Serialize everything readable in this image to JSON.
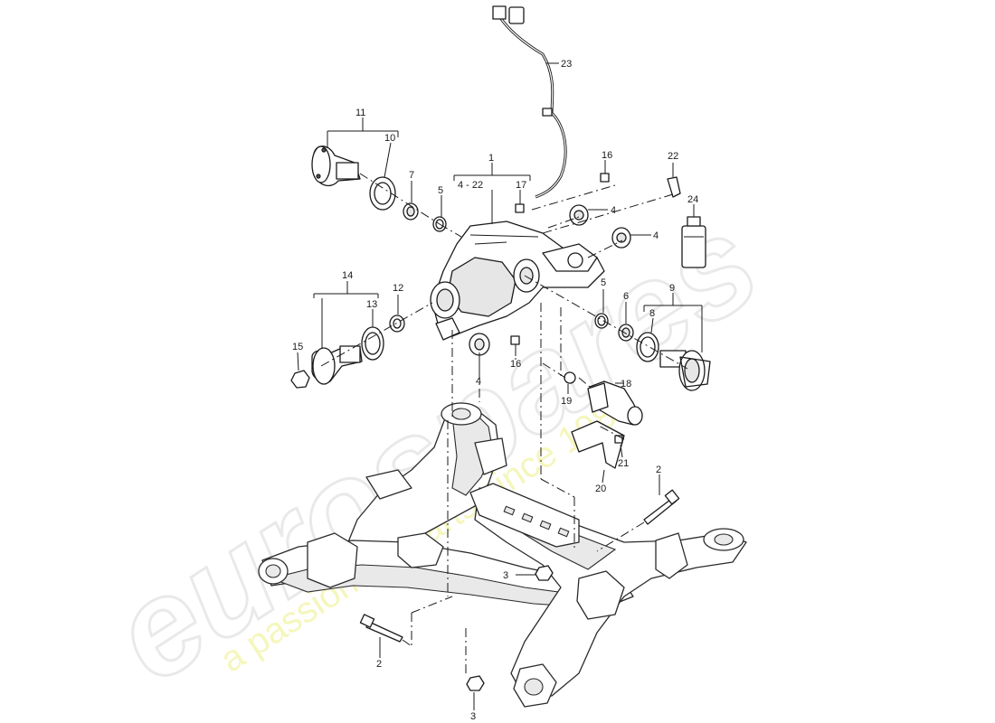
{
  "watermark": {
    "brand": "eurospares",
    "tagline": "a passion for parts since 1985"
  },
  "callouts": {
    "c1": "1",
    "c4_22": "4 - 22",
    "c2a": "2",
    "c2b": "2",
    "c3a": "3",
    "c3b": "3",
    "c4a": "4",
    "c4b": "4",
    "c4c": "4",
    "c5a": "5",
    "c5b": "5",
    "c6": "6",
    "c7": "7",
    "c8": "8",
    "c9": "9",
    "c10": "10",
    "c11": "11",
    "c12": "12",
    "c13": "13",
    "c14": "14",
    "c15": "15",
    "c16a": "16",
    "c16b": "16",
    "c17": "17",
    "c18": "18",
    "c19": "19",
    "c20": "20",
    "c21": "21",
    "c22": "22",
    "c23": "23",
    "c24": "24"
  }
}
